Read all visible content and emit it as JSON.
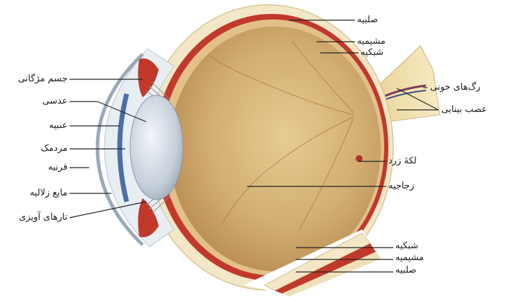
{
  "labels_right": {
    "sclera_top": "صلبیه",
    "choroid_top": "مشیمیه",
    "retina_top": "شبکیه",
    "blood_vessels": "رگ‌های خونی",
    "optic_nerve": "عصب بینایی",
    "macula": "لکۀ زرد",
    "vitreous": "زجاجیه",
    "retina_bottom": "شبکیه",
    "choroid_bottom": "مشیمیه",
    "sclera_bottom": "صلبیه"
  },
  "labels_left": {
    "ciliary_body": "جسم مژگانی",
    "lens": "عدسی",
    "iris": "عنبیه",
    "pupil": "مردمک",
    "cornea": "قرنیه",
    "aqueous": "مایع زلالیه",
    "zonules": "تارهای آویزی"
  },
  "colors": {
    "sclera": "#f3e7c8",
    "choroid": "#c0392b",
    "vitreous": "#c9a46a",
    "lens": "#c9d3de",
    "iris": "#4a6fa8",
    "leader": "#222222"
  }
}
